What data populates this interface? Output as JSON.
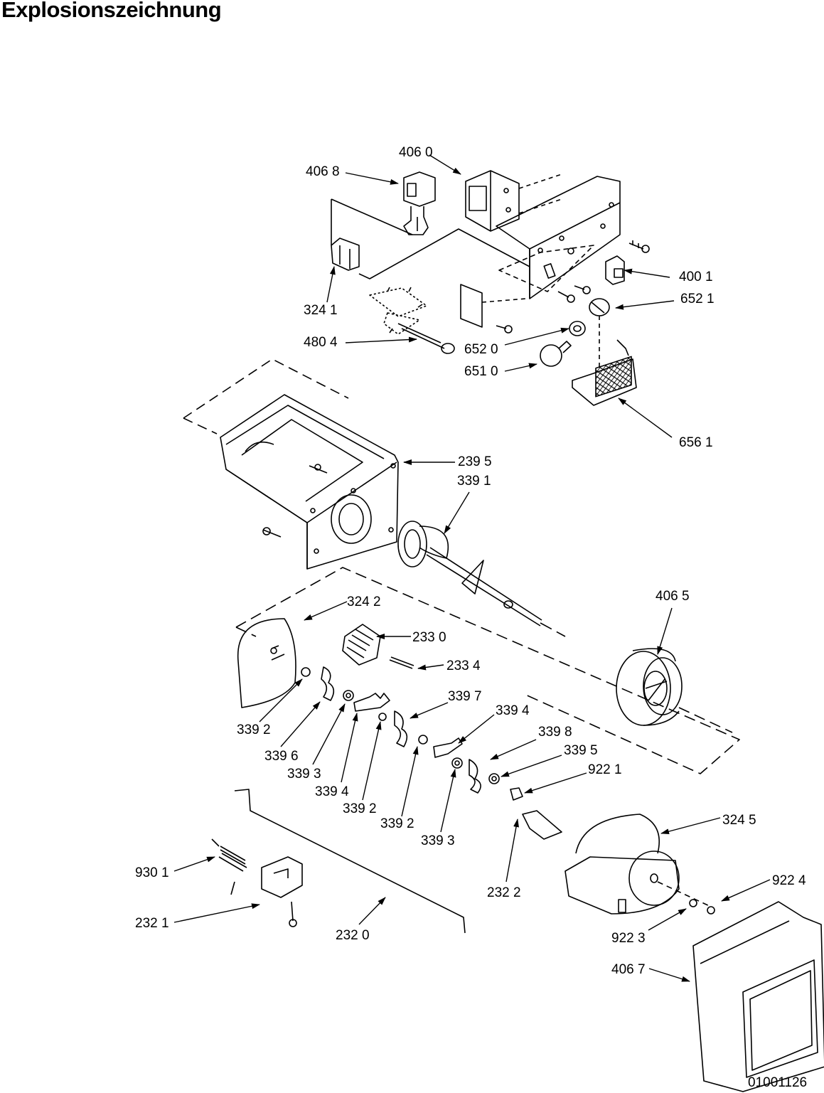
{
  "title": "Explosionszeichnung",
  "document_number": "01001126",
  "callouts": [
    {
      "id": "c-406-0",
      "text": "406 0"
    },
    {
      "id": "c-406-8",
      "text": "406 8"
    },
    {
      "id": "c-400-1",
      "text": "400 1"
    },
    {
      "id": "c-652-1",
      "text": "652 1"
    },
    {
      "id": "c-324-1",
      "text": "324 1"
    },
    {
      "id": "c-480-4",
      "text": "480 4"
    },
    {
      "id": "c-652-0",
      "text": "652 0"
    },
    {
      "id": "c-651-0",
      "text": "651 0"
    },
    {
      "id": "c-656-1",
      "text": "656 1"
    },
    {
      "id": "c-239-5",
      "text": "239 5"
    },
    {
      "id": "c-339-1",
      "text": "339 1"
    },
    {
      "id": "c-406-5",
      "text": "406 5"
    },
    {
      "id": "c-324-2",
      "text": "324 2"
    },
    {
      "id": "c-233-0",
      "text": "233 0"
    },
    {
      "id": "c-233-4",
      "text": "233 4"
    },
    {
      "id": "c-339-7",
      "text": "339 7"
    },
    {
      "id": "c-339-4a",
      "text": "339 4"
    },
    {
      "id": "c-339-8",
      "text": "339 8"
    },
    {
      "id": "c-339-5",
      "text": "339 5"
    },
    {
      "id": "c-922-1",
      "text": "922 1"
    },
    {
      "id": "c-339-2a",
      "text": "339 2"
    },
    {
      "id": "c-339-6",
      "text": "339 6"
    },
    {
      "id": "c-339-3a",
      "text": "339 3"
    },
    {
      "id": "c-339-4b",
      "text": "339 4"
    },
    {
      "id": "c-339-2b",
      "text": "339 2"
    },
    {
      "id": "c-339-2c",
      "text": "339 2"
    },
    {
      "id": "c-339-3b",
      "text": "339 3"
    },
    {
      "id": "c-324-5",
      "text": "324 5"
    },
    {
      "id": "c-930-1",
      "text": "930 1"
    },
    {
      "id": "c-232-2",
      "text": "232 2"
    },
    {
      "id": "c-922-4",
      "text": "922 4"
    },
    {
      "id": "c-232-1",
      "text": "232 1"
    },
    {
      "id": "c-232-0",
      "text": "232 0"
    },
    {
      "id": "c-922-3",
      "text": "922 3"
    },
    {
      "id": "c-406-7",
      "text": "406 7"
    }
  ]
}
